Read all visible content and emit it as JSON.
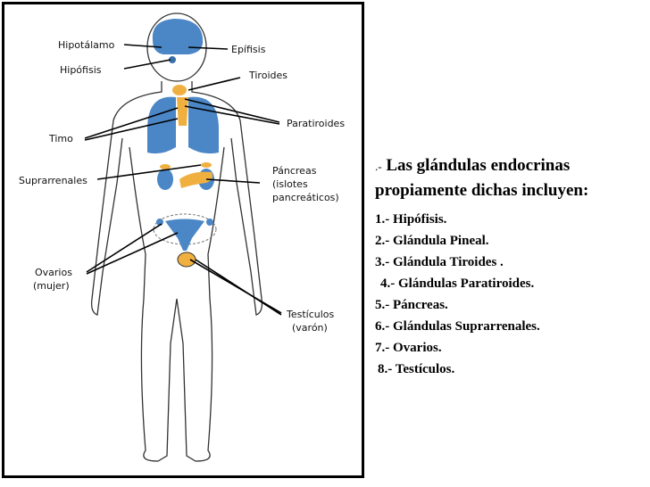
{
  "labels": {
    "hipotalamo": "Hipotálamo",
    "epifisis": "Epífisis",
    "hipofisis": "Hipófisis",
    "tiroides": "Tiroides",
    "paratiroides": "Paratiroides",
    "timo": "Timo",
    "suprarrenales": "Suprarrenales",
    "pancreas": [
      "Páncreas",
      "(islotes",
      "pancreáticos)"
    ],
    "ovarios": [
      "Ovarios",
      "(mujer)"
    ],
    "testiculos": [
      "Testículos",
      "(varón)"
    ]
  },
  "text": {
    "prefix": ".-",
    "heading_line1": "Las glándulas endocrinas",
    "heading_line2": "propiamente dichas incluyen:",
    "items": [
      "1.- Hipófisis.",
      "2.- Glándula Pineal.",
      "3.- Glándula Tiroides .",
      " 4.- Glándulas Paratiroides.",
      "5.- Páncreas.",
      "6.- Glándulas Suprarrenales.",
      "7.- Ovarios.",
      " 8.- Testículos."
    ]
  },
  "colors": {
    "organ_blue": "#4b86c6",
    "gland_orange": "#f0b040",
    "body_outline": "#333333"
  }
}
